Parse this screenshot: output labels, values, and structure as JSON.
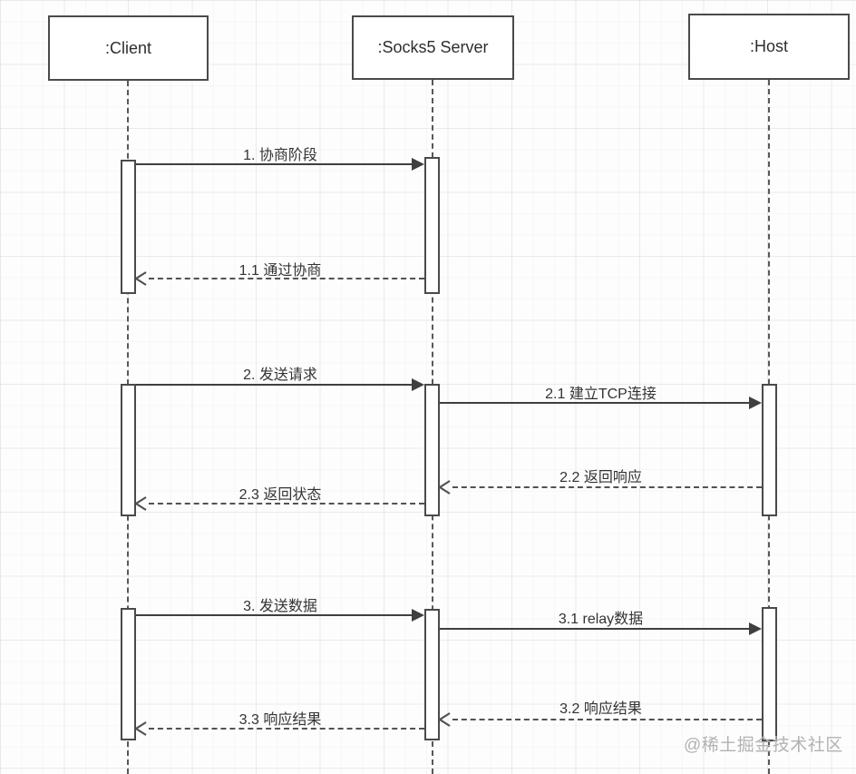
{
  "diagram": {
    "type": "uml-sequence-diagram",
    "actors": [
      {
        "label": ":Client"
      },
      {
        "label": ":Socks5 Server"
      },
      {
        "label": ":Host"
      }
    ],
    "messages": [
      {
        "id": "1",
        "label": "1. 协商阶段",
        "from": ":Client",
        "to": ":Socks5 Server",
        "style": "solid-sync"
      },
      {
        "id": "1.1",
        "label": "1.1 通过协商",
        "from": ":Socks5 Server",
        "to": ":Client",
        "style": "dashed-return"
      },
      {
        "id": "2",
        "label": "2. 发送请求",
        "from": ":Client",
        "to": ":Socks5 Server",
        "style": "solid-sync"
      },
      {
        "id": "2.1",
        "label": "2.1 建立TCP连接",
        "from": ":Socks5 Server",
        "to": ":Host",
        "style": "solid-sync"
      },
      {
        "id": "2.2",
        "label": "2.2 返回响应",
        "from": ":Host",
        "to": ":Socks5 Server",
        "style": "dashed-return"
      },
      {
        "id": "2.3",
        "label": "2.3 返回状态",
        "from": ":Socks5 Server",
        "to": ":Client",
        "style": "dashed-return"
      },
      {
        "id": "3",
        "label": "3. 发送数据",
        "from": ":Client",
        "to": ":Socks5 Server",
        "style": "solid-sync"
      },
      {
        "id": "3.1",
        "label": "3.1 relay数据",
        "from": ":Socks5 Server",
        "to": ":Host",
        "style": "solid-sync"
      },
      {
        "id": "3.2",
        "label": "3.2 响应结果",
        "from": ":Host",
        "to": ":Socks5 Server",
        "style": "dashed-return"
      },
      {
        "id": "3.3",
        "label": "3.3 响应结果",
        "from": ":Socks5 Server",
        "to": ":Client",
        "style": "dashed-return"
      }
    ],
    "watermark": "@稀土掘金技术社区",
    "colors": {
      "line": "#3f3f3f",
      "text": "#333333",
      "box_fill": "#ffffff",
      "watermark": "#b2b2b2",
      "background": "#fdfdfd"
    }
  }
}
